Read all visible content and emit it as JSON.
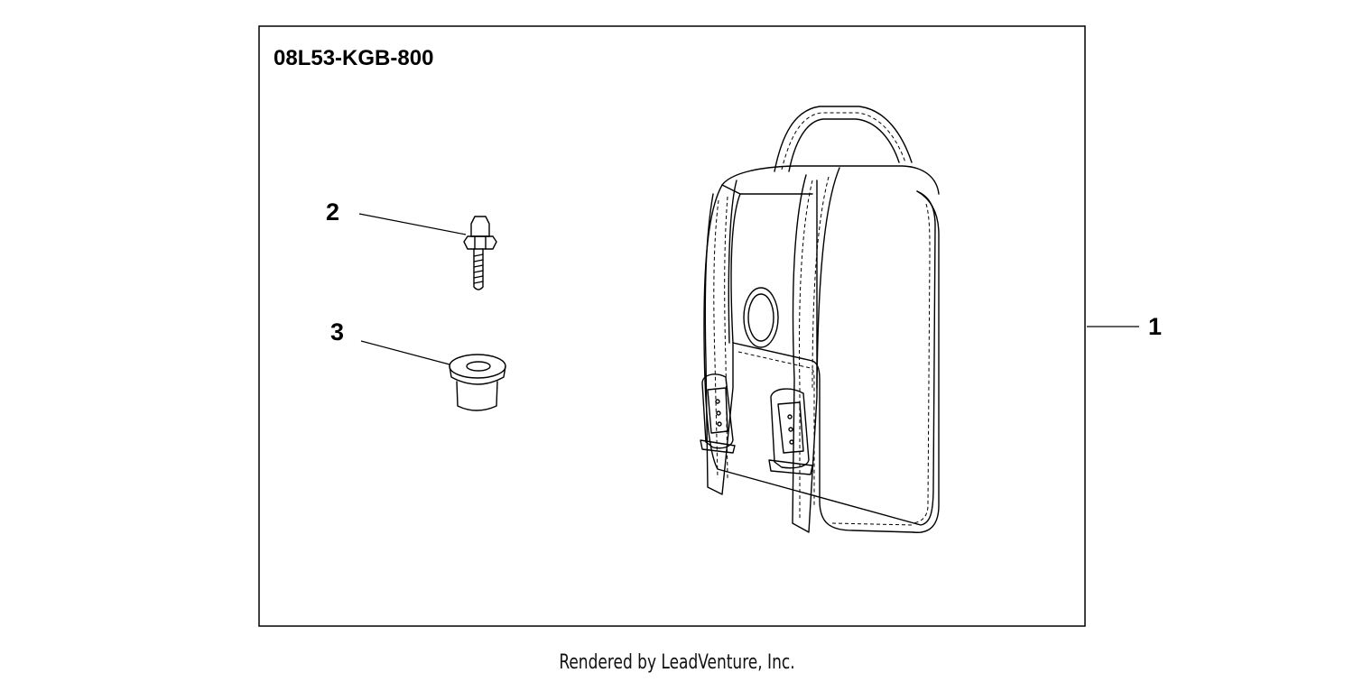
{
  "diagram": {
    "part_number": "08L53-KGB-800",
    "callouts": [
      {
        "id": "1",
        "label": "1"
      },
      {
        "id": "2",
        "label": "2"
      },
      {
        "id": "3",
        "label": "3"
      }
    ]
  },
  "footer": {
    "text": "Rendered by LeadVenture, Inc."
  }
}
